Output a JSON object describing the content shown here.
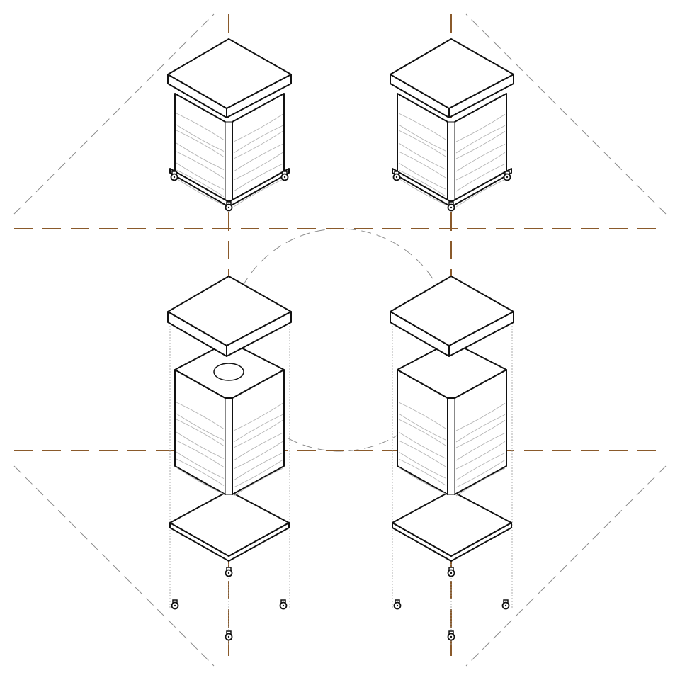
{
  "colors": {
    "background": "#ffffff",
    "axis": "#8a5a2b",
    "line": "#111111",
    "guide": "#8c8c8c",
    "grain": "#b4b4b4",
    "projection": "#9a9a9a"
  },
  "objects": [
    {
      "id": "assembled-left",
      "view": "assembled",
      "top_hole": false
    },
    {
      "id": "assembled-right",
      "view": "assembled",
      "top_hole": false
    },
    {
      "id": "exploded-left",
      "view": "exploded",
      "top_hole": true
    },
    {
      "id": "exploded-right",
      "view": "exploded",
      "top_hole": false
    }
  ]
}
